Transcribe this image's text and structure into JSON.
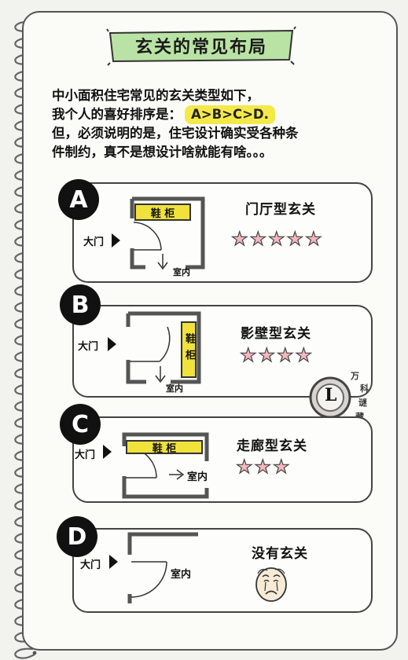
{
  "title": "玄关的常见布局",
  "intro": {
    "line1": "中小面积住宅常见的玄关类型如下，",
    "line2_prefix": "我个人的喜好排序是：",
    "ranking": "A>B>C>D.",
    "line3": "但，必须说明的是，住宅设计确实受各种条",
    "line4": "件制约，真不是想设计啥就能有啥。。。"
  },
  "types": [
    {
      "letter": "A",
      "name": "门厅型玄关",
      "entrance": "大门",
      "shoe_cabinet": "鞋 柜",
      "indoor": "室内",
      "rating": 5
    },
    {
      "letter": "B",
      "name": "影壁型玄关",
      "entrance": "大门",
      "shoe_cabinet": "鞋柜",
      "indoor": "室内",
      "rating": 4
    },
    {
      "letter": "C",
      "name": "走廊型玄关",
      "entrance": "大门",
      "shoe_cabinet": "鞋 柜",
      "indoor": "室内",
      "rating": 3
    },
    {
      "letter": "D",
      "name": "没有玄关",
      "entrance": "大门",
      "indoor": "室内",
      "rating": 0
    }
  ],
  "watermark": {
    "logo": "L",
    "text": [
      "万",
      "科",
      "谜",
      "藏"
    ]
  },
  "colors": {
    "shoe_cabinet": "#f0e23a",
    "star_fill": "#f6b7bf",
    "title_banner": "#b9e3a4",
    "highlight": "#f5e94a"
  }
}
